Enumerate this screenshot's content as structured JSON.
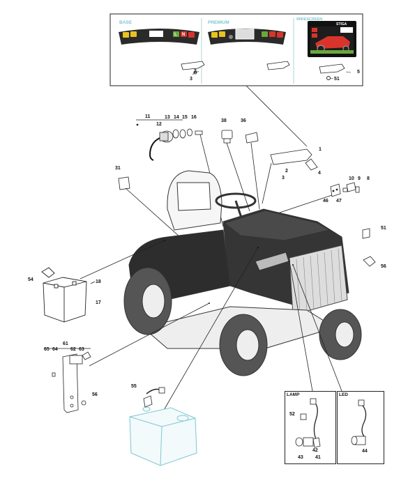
{
  "dash_panel": {
    "base_title": "BASE",
    "premium_title": "PREMIUM",
    "widescreen_title": "WIDESCREEN",
    "brand": "STIGA",
    "led_l": "L",
    "led_n": "N"
  },
  "parts": {
    "p1": "1",
    "p2a": "2",
    "p3a": "3",
    "p2b": "2",
    "p3b": "3",
    "p4": "4",
    "p5": "5",
    "p8": "8",
    "p9": "9",
    "p10": "10",
    "p11": "11",
    "p12": "12",
    "p13": "13",
    "p14": "14",
    "p15": "15",
    "p16": "16",
    "p17": "17",
    "p18": "18",
    "p31": "31",
    "p36": "36",
    "p38": "38",
    "p41": "41",
    "p42": "42",
    "p43": "43",
    "p44": "44",
    "p46": "46",
    "p47": "47",
    "p51a": "51",
    "p51b": "51",
    "p52": "52",
    "p54": "54",
    "p55": "55",
    "p56a": "56",
    "p56b": "56",
    "p61": "61",
    "p62": "62",
    "p63": "63",
    "p64": "64",
    "p65": "65"
  },
  "lamp_box": {
    "title": "LAMP"
  },
  "led_box": {
    "title": "LED"
  },
  "colors": {
    "accent_title": "#7fc6d4",
    "green": "#6aa83a",
    "yellow": "#e9c21d",
    "red": "#d9342b",
    "orange": "#f08c2a",
    "ghost": "#b9dde4"
  }
}
